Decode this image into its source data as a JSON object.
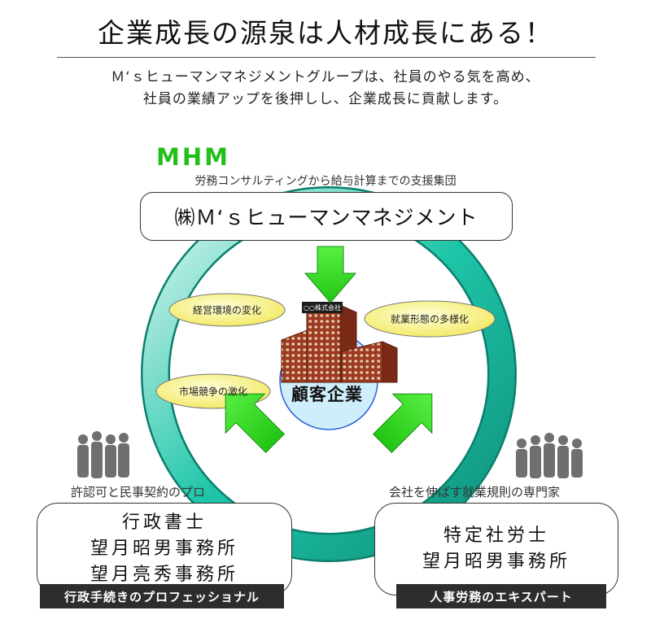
{
  "header": {
    "title": "企業成長の源泉は人材成長にある！",
    "subtitle_line1": "Ｍ‘ｓヒューマンマネジメントグループは、社員のやる気を高め、",
    "subtitle_line2": "社員の業績アップを後押しし、企業成長に貢献します。"
  },
  "mhm": {
    "logo": "MHM",
    "caption": "労務コンサルティングから給与計算までの支援集団",
    "company": "㈱Ｍ‘ｓヒューマンマネジメント"
  },
  "center": {
    "label": "顧客企業",
    "building_sign": "○○株式会社"
  },
  "factors": {
    "management": "経営環境の変化",
    "work_style": "就業形態の多様化",
    "competition": "市場競争の激化"
  },
  "left": {
    "caption": "許認可と民事契約のプロ",
    "line1": "行政書士",
    "line2": "望月昭男事務所",
    "line3": "望月亮秀事務所",
    "banner": "行政手続きのプロフェッショナル"
  },
  "right": {
    "caption": "会社を伸ばす就業規則の専門家",
    "line1": "特定社労士",
    "line2": "望月昭男事務所",
    "banner": "人事労務のエキスパート"
  },
  "colors": {
    "ring": "#1ec5a8",
    "arrow": "#33e022",
    "mhm": "#23c01c",
    "ellipse": "#f7f29a",
    "building": "#9c3a22",
    "center_circle": "#cdeefa"
  }
}
